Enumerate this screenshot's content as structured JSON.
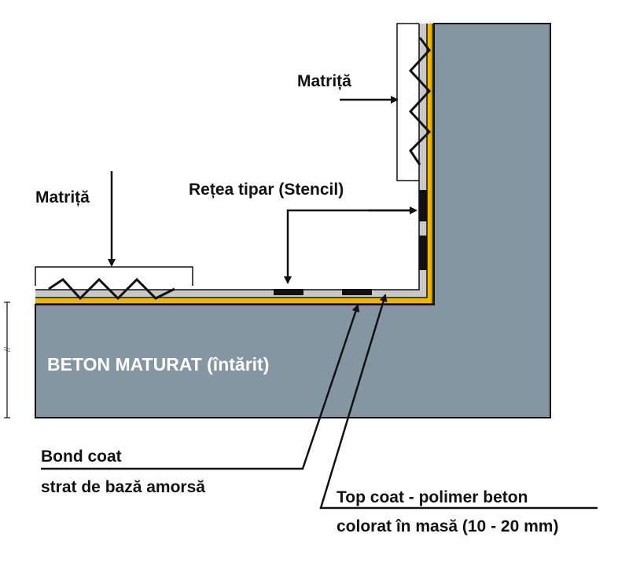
{
  "labels": {
    "matrita_top": "Matriță",
    "matrita_left": "Matriță",
    "stencil": "Rețea tipar (Stencil)",
    "beton": "BETON MATURAT (întărit)",
    "bond_line1": "Bond coat",
    "bond_line2": "strat de bază amorsă",
    "top_line1": "Top coat - polimer beton",
    "top_line2": "colorat în masă (10 - 20 mm)",
    "break_mark": "//"
  },
  "colors": {
    "concrete": "#8396a2",
    "bond_coat": "#f2b400",
    "top_coat": "#c8c8c8",
    "stencil": "#111111",
    "outline": "#111111"
  }
}
